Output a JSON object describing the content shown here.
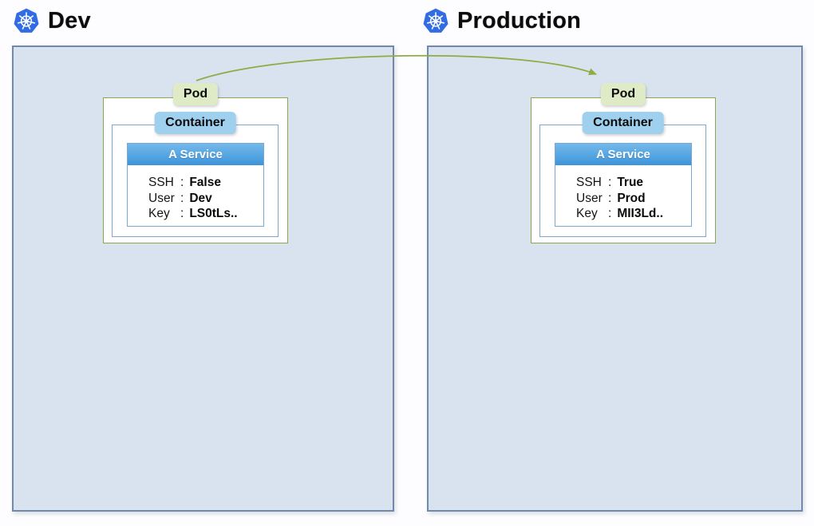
{
  "colors": {
    "panel-bg": "#d9e2ef",
    "panel-border": "#7189ad",
    "pod-border": "#8ca74a",
    "pod-label-bg": "#dfeac7",
    "container-label-bg": "#9fd0ee",
    "container-border": "#7aa7d6",
    "service-header-top": "#74b9ea",
    "service-header-bottom": "#3d94da",
    "arrow": "#8dac44",
    "k8s-blue": "#326ce5",
    "text": "#111111"
  },
  "field_separator": ":",
  "arrow": {
    "from": "Dev Pod",
    "to": "Production Pod"
  },
  "environments": [
    {
      "title": "Dev",
      "icon": "kubernetes-logo",
      "pod_label": "Pod",
      "container_label": "Container",
      "service": {
        "title": "A Service",
        "fields": [
          {
            "label": "SSH",
            "value": "False"
          },
          {
            "label": "User",
            "value": "Dev"
          },
          {
            "label": "Key",
            "value": "LS0tLs.."
          }
        ]
      }
    },
    {
      "title": "Production",
      "icon": "kubernetes-logo",
      "pod_label": "Pod",
      "container_label": "Container",
      "service": {
        "title": "A Service",
        "fields": [
          {
            "label": "SSH",
            "value": "True"
          },
          {
            "label": "User",
            "value": "Prod"
          },
          {
            "label": "Key",
            "value": "MII3Ld.."
          }
        ]
      }
    }
  ]
}
